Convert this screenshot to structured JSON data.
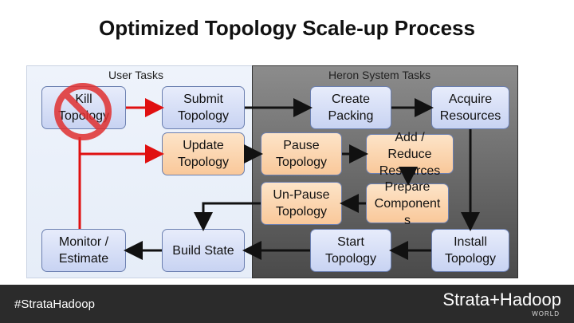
{
  "title": "Optimized Topology Scale-up Process",
  "panels": {
    "user": "User Tasks",
    "heron": "Heron System Tasks"
  },
  "boxes": {
    "kill": "Kill\nTopology",
    "submit": "Submit\nTopology",
    "update": "Update\nTopology",
    "monitor": "Monitor /\nEstimate",
    "build_state": "Build State",
    "create_packing": "Create\nPacking",
    "acquire": "Acquire\nResources",
    "pause": "Pause\nTopology",
    "add_reduce": "Add /\nReduce\nResources",
    "unpause": "Un-Pause\nTopology",
    "prepare": "Prepare\nComponent\ns",
    "start": "Start\nTopology",
    "install": "Install\nTopology"
  },
  "footer": {
    "hashtag": "#StrataHadoop",
    "logo": "Strata+Hadoop",
    "logo_sub": "WORLD"
  },
  "colors": {
    "prohibit": "#e03030",
    "red_arrow": "#e01010",
    "user_box": "#c8d3f2",
    "heron_box": "#f9c89a"
  }
}
